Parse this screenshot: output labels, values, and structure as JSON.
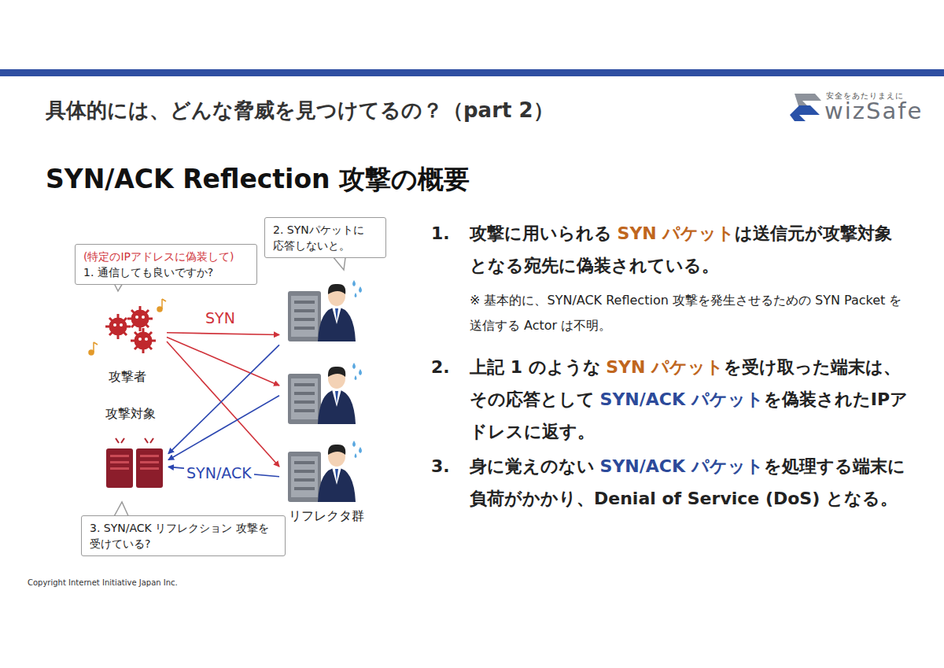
{
  "diagram": {
    "title": "具体的には、どんな脅威を見つけてるの？（part 2）",
    "nodes": [
      {
        "text": [
          "(特定のIPアドレスに偽装して)",
          "1. 通信しても良いですか?"
        ]
      },
      {
        "text": [
          "攻撃者"
        ]
      },
      {
        "text": [
          "2. SYNパケットに 応答しないと。"
        ]
      },
      {
        "text": [
          "リフレクタ群"
        ]
      },
      {
        "text": [
          "攻撃対象"
        ]
      },
      {
        "text": [
          "3. SYN/ACK リフレクション 攻撃を受けている?"
        ]
      }
    ],
    "edges": [
      {
        "from": 1,
        "to": 3,
        "arrow": "to",
        "label": "SYN"
      },
      {
        "from": 3,
        "to": 4,
        "arrow": "to",
        "label": "SYN/ACK"
      }
    ],
    "labels": [
      "安全をあたりまえに",
      "wizSafe",
      "SYN/ACK Reflection 攻撃の概要",
      "1.",
      "攻撃に用いられる",
      "SYN パケット",
      "は送信元が攻撃対象となる宛先に偽装されている。",
      "※ 基本的に、SYN/ACK Reflection 攻撃を発生させるための SYN Packet を送信する Actor は不明。",
      "2.",
      "上記 1 のような",
      "SYN パケット",
      "を受け取った端末は、その応答として",
      "SYN/ACK パケット",
      "を偽装されたIPアドレスに返す。",
      "3.",
      "身に覚えのない",
      "SYN/ACK パケット",
      "を処理する端末に負荷がかかり、Denial of Service (DoS) となる。",
      "Copyright Internet Initiative Japan Inc."
    ]
  }
}
